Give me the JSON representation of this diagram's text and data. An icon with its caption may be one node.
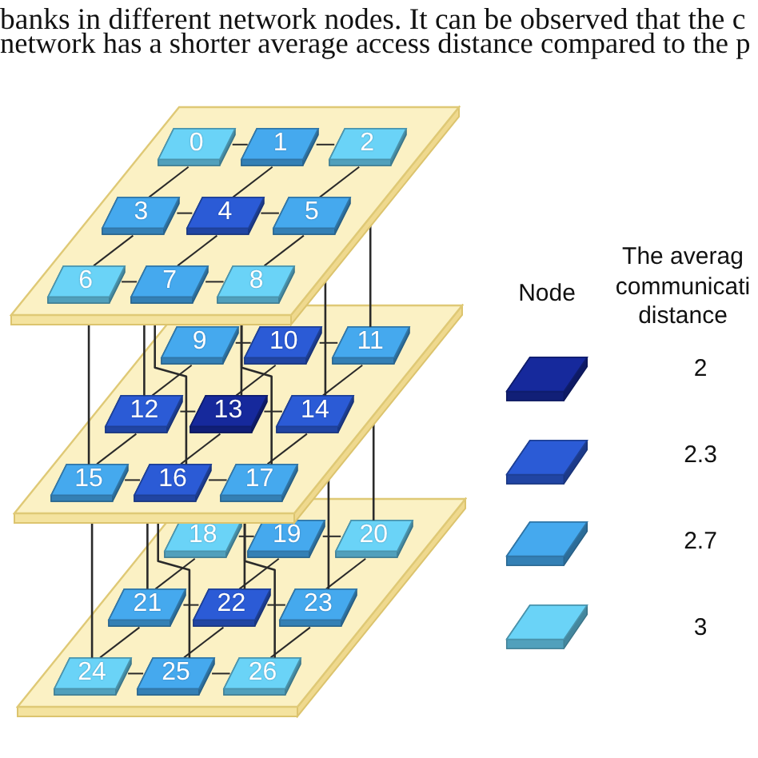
{
  "diagram": {
    "nodes": [
      {
        "text": [],
        "shape": "box"
      },
      {
        "text": [
          "0"
        ],
        "in": 0
      },
      {
        "text": [
          "1"
        ],
        "in": 0
      },
      {
        "text": [
          "2"
        ],
        "in": 0
      },
      {
        "text": [
          "3"
        ],
        "in": 0
      },
      {
        "text": [
          "4"
        ],
        "in": 0
      },
      {
        "text": [
          "5"
        ],
        "in": 0
      },
      {
        "text": [
          "6"
        ],
        "in": 0
      },
      {
        "text": [
          "7"
        ],
        "in": 0
      },
      {
        "text": [
          "8"
        ],
        "in": 0
      },
      {
        "text": [],
        "shape": "box"
      },
      {
        "text": [
          "9"
        ],
        "in": 10
      },
      {
        "text": [
          "10"
        ],
        "in": 10
      },
      {
        "text": [
          "11"
        ],
        "in": 10
      },
      {
        "text": [
          "12"
        ],
        "in": 10
      },
      {
        "text": [
          "13"
        ],
        "in": 10
      },
      {
        "text": [
          "14"
        ],
        "in": 10
      },
      {
        "text": [
          "15"
        ],
        "in": 10
      },
      {
        "text": [
          "16"
        ],
        "in": 10
      },
      {
        "text": [
          "17"
        ],
        "in": 10
      },
      {
        "text": [],
        "shape": "box"
      },
      {
        "text": [
          "18"
        ],
        "in": 20
      },
      {
        "text": [
          "19"
        ],
        "in": 20
      },
      {
        "text": [
          "20"
        ],
        "in": 20
      },
      {
        "text": [
          "21"
        ],
        "in": 20
      },
      {
        "text": [
          "22"
        ],
        "in": 20
      },
      {
        "text": [
          "23"
        ],
        "in": 20
      },
      {
        "text": [
          "24"
        ],
        "in": 20
      },
      {
        "text": [
          "25"
        ],
        "in": 20
      },
      {
        "text": [
          "26"
        ],
        "in": 20
      }
    ],
    "edges": [
      {
        "from": 1,
        "to": 2,
        "arrow": "none"
      },
      {
        "from": 2,
        "to": 3,
        "arrow": "none"
      },
      {
        "from": 4,
        "to": 5,
        "arrow": "none"
      },
      {
        "from": 5,
        "to": 6,
        "arrow": "none"
      },
      {
        "from": 7,
        "to": 8,
        "arrow": "none"
      },
      {
        "from": 8,
        "to": 9,
        "arrow": "none"
      },
      {
        "from": 1,
        "to": 4,
        "arrow": "none"
      },
      {
        "from": 2,
        "to": 5,
        "arrow": "none"
      },
      {
        "from": 3,
        "to": 6,
        "arrow": "none"
      },
      {
        "from": 4,
        "to": 7,
        "arrow": "none"
      },
      {
        "from": 5,
        "to": 8,
        "arrow": "none"
      },
      {
        "from": 6,
        "to": 9,
        "arrow": "none"
      },
      {
        "from": 11,
        "to": 12,
        "arrow": "none"
      },
      {
        "from": 12,
        "to": 13,
        "arrow": "none"
      },
      {
        "from": 14,
        "to": 15,
        "arrow": "none"
      },
      {
        "from": 15,
        "to": 16,
        "arrow": "none"
      },
      {
        "from": 17,
        "to": 18,
        "arrow": "none"
      },
      {
        "from": 18,
        "to": 19,
        "arrow": "none"
      },
      {
        "from": 11,
        "to": 14,
        "arrow": "none"
      },
      {
        "from": 12,
        "to": 15,
        "arrow": "none"
      },
      {
        "from": 13,
        "to": 16,
        "arrow": "none"
      },
      {
        "from": 14,
        "to": 17,
        "arrow": "none"
      },
      {
        "from": 15,
        "to": 18,
        "arrow": "none"
      },
      {
        "from": 16,
        "to": 19,
        "arrow": "none"
      },
      {
        "from": 21,
        "to": 22,
        "arrow": "none"
      },
      {
        "from": 22,
        "to": 23,
        "arrow": "none"
      },
      {
        "from": 24,
        "to": 25,
        "arrow": "none"
      },
      {
        "from": 25,
        "to": 26,
        "arrow": "none"
      },
      {
        "from": 27,
        "to": 28,
        "arrow": "none"
      },
      {
        "from": 28,
        "to": 29,
        "arrow": "none"
      },
      {
        "from": 21,
        "to": 24,
        "arrow": "none"
      },
      {
        "from": 22,
        "to": 25,
        "arrow": "none"
      },
      {
        "from": 23,
        "to": 26,
        "arrow": "none"
      },
      {
        "from": 24,
        "to": 27,
        "arrow": "none"
      },
      {
        "from": 25,
        "to": 28,
        "arrow": "none"
      },
      {
        "from": 26,
        "to": 29,
        "arrow": "none"
      },
      {
        "from": 3,
        "to": 13,
        "arrow": "none"
      },
      {
        "from": 4,
        "to": 14,
        "arrow": "none"
      },
      {
        "from": 5,
        "to": 15,
        "arrow": "none"
      },
      {
        "from": 6,
        "to": 16,
        "arrow": "none"
      },
      {
        "from": 7,
        "to": 17,
        "arrow": "none"
      },
      {
        "from": 8,
        "to": 18,
        "arrow": "none"
      },
      {
        "from": 9,
        "to": 19,
        "arrow": "none"
      },
      {
        "from": 13,
        "to": 23,
        "arrow": "none"
      },
      {
        "from": 14,
        "to": 24,
        "arrow": "none"
      },
      {
        "from": 15,
        "to": 25,
        "arrow": "none"
      },
      {
        "from": 16,
        "to": 26,
        "arrow": "none"
      },
      {
        "from": 17,
        "to": 27,
        "arrow": "none"
      },
      {
        "from": 18,
        "to": 28,
        "arrow": "none"
      },
      {
        "from": 19,
        "to": 29,
        "arrow": "none"
      }
    ],
    "labels": [
      "banks in different network nodes. It can be observed that the c",
      "network has a shorter average access distance compared to the p",
      "Node",
      "The averag communicati distance"
    ],
    "legend": [
      {
        "text": "2",
        "color": "#16299c"
      },
      {
        "text": "2.3",
        "color": "#2b5bd6"
      },
      {
        "text": "2.7",
        "color": "#45a9ee"
      },
      {
        "text": "3",
        "color": "#6ad3f7"
      }
    ]
  }
}
